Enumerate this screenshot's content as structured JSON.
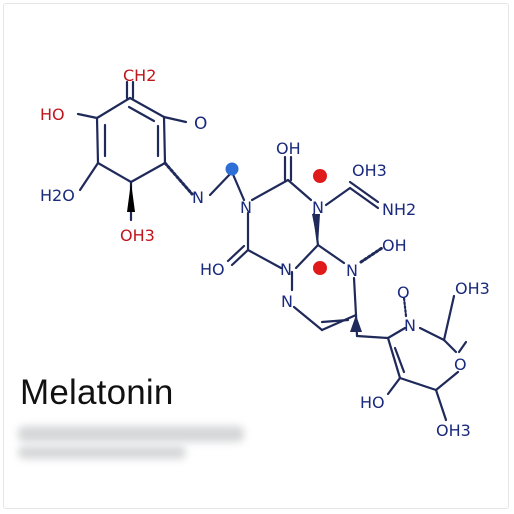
{
  "title": "Melatonin",
  "colors": {
    "bond": "#1f2a5a",
    "nitrogen": "#1a2a7c",
    "oxygen": "#c0151c",
    "red_dot": "#e01a1a",
    "blue_dot": "#2d6fd6"
  },
  "atoms": {
    "ch2": "CH2",
    "o_ketone": "O",
    "ho_left": "HO",
    "h2o": "H2O",
    "oh3_bottom": "OH3",
    "n_link": "N",
    "oh_top": "OH",
    "n_triazine_left": "N",
    "n_triazine_right": "N",
    "oh3_right": "OH3",
    "nh2": "NH2",
    "ho_bottom": "HO",
    "n_mid": "N",
    "n_oh": "N",
    "oh_side": "OH",
    "n_bottom": "N",
    "o_ring_top": "O",
    "n_ring": "N",
    "oh3_ring": "OH3",
    "o_ring": "O",
    "ho_ring": "HO",
    "oh3_ring_bottom": "OH3"
  }
}
